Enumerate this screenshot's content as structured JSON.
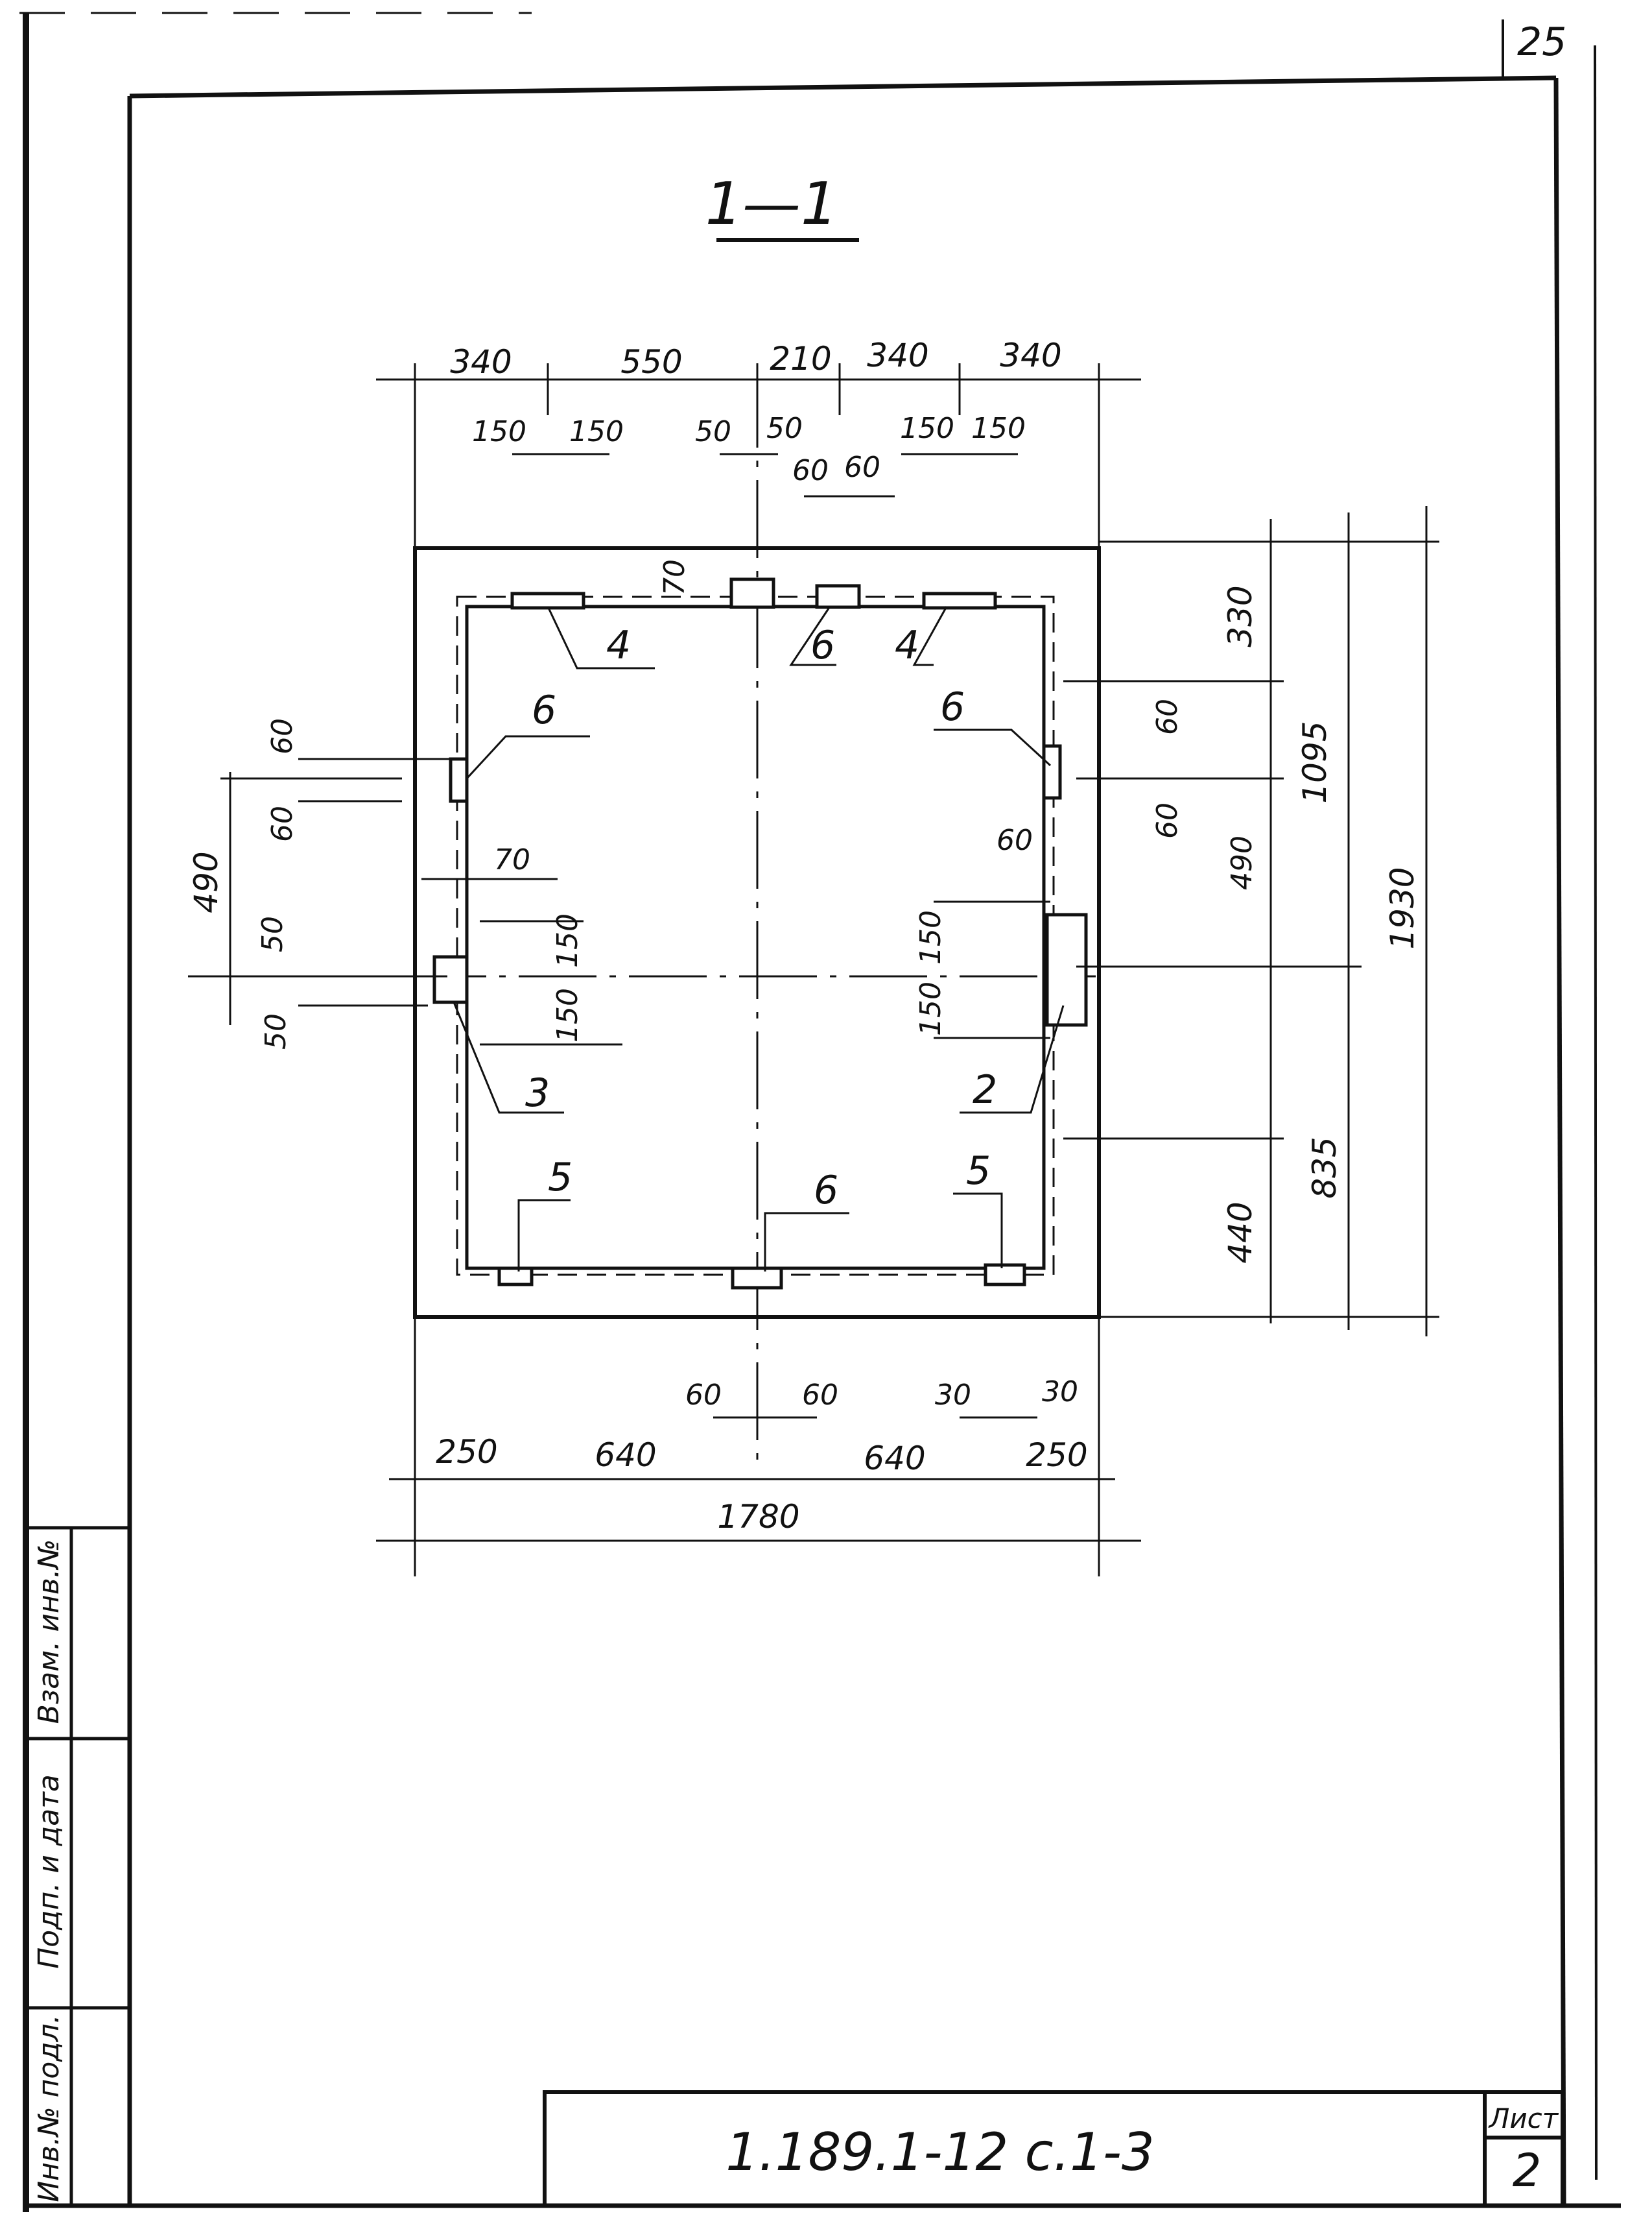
{
  "corner_mark": "25",
  "section_title": "1—1",
  "top_dims": [
    "340",
    "550",
    "210",
    "340",
    "340"
  ],
  "top_sub_dims": [
    "150",
    "150",
    "50",
    "50",
    "60",
    "60",
    "150",
    "150"
  ],
  "top_inner_dim": "70",
  "bottom_sub_dims": [
    "60",
    "60",
    "30",
    "30"
  ],
  "bottom_dims": [
    "250",
    "640",
    "640",
    "250"
  ],
  "overall_width": "1780",
  "left_dims": [
    "60",
    "60",
    "490",
    "70",
    "50",
    "50",
    "150",
    "150"
  ],
  "right_dims": [
    "60",
    "60",
    "60",
    "490",
    "150",
    "150"
  ],
  "right_chain_a": [
    "330",
    "490",
    "440"
  ],
  "right_chain_b": [
    "1095",
    "835"
  ],
  "overall_height": "1930",
  "callouts": [
    "4",
    "6",
    "4",
    "6",
    "6",
    "3",
    "2",
    "5",
    "6",
    "5"
  ],
  "side_stamp": {
    "cells": [
      "Инв.№ подл.",
      "Подп. и дата",
      "Взам. инв.№"
    ]
  },
  "title_block": {
    "code": "1.189.1-12 с.1-3",
    "sheet_label": "Лист",
    "sheet_number": "2"
  }
}
